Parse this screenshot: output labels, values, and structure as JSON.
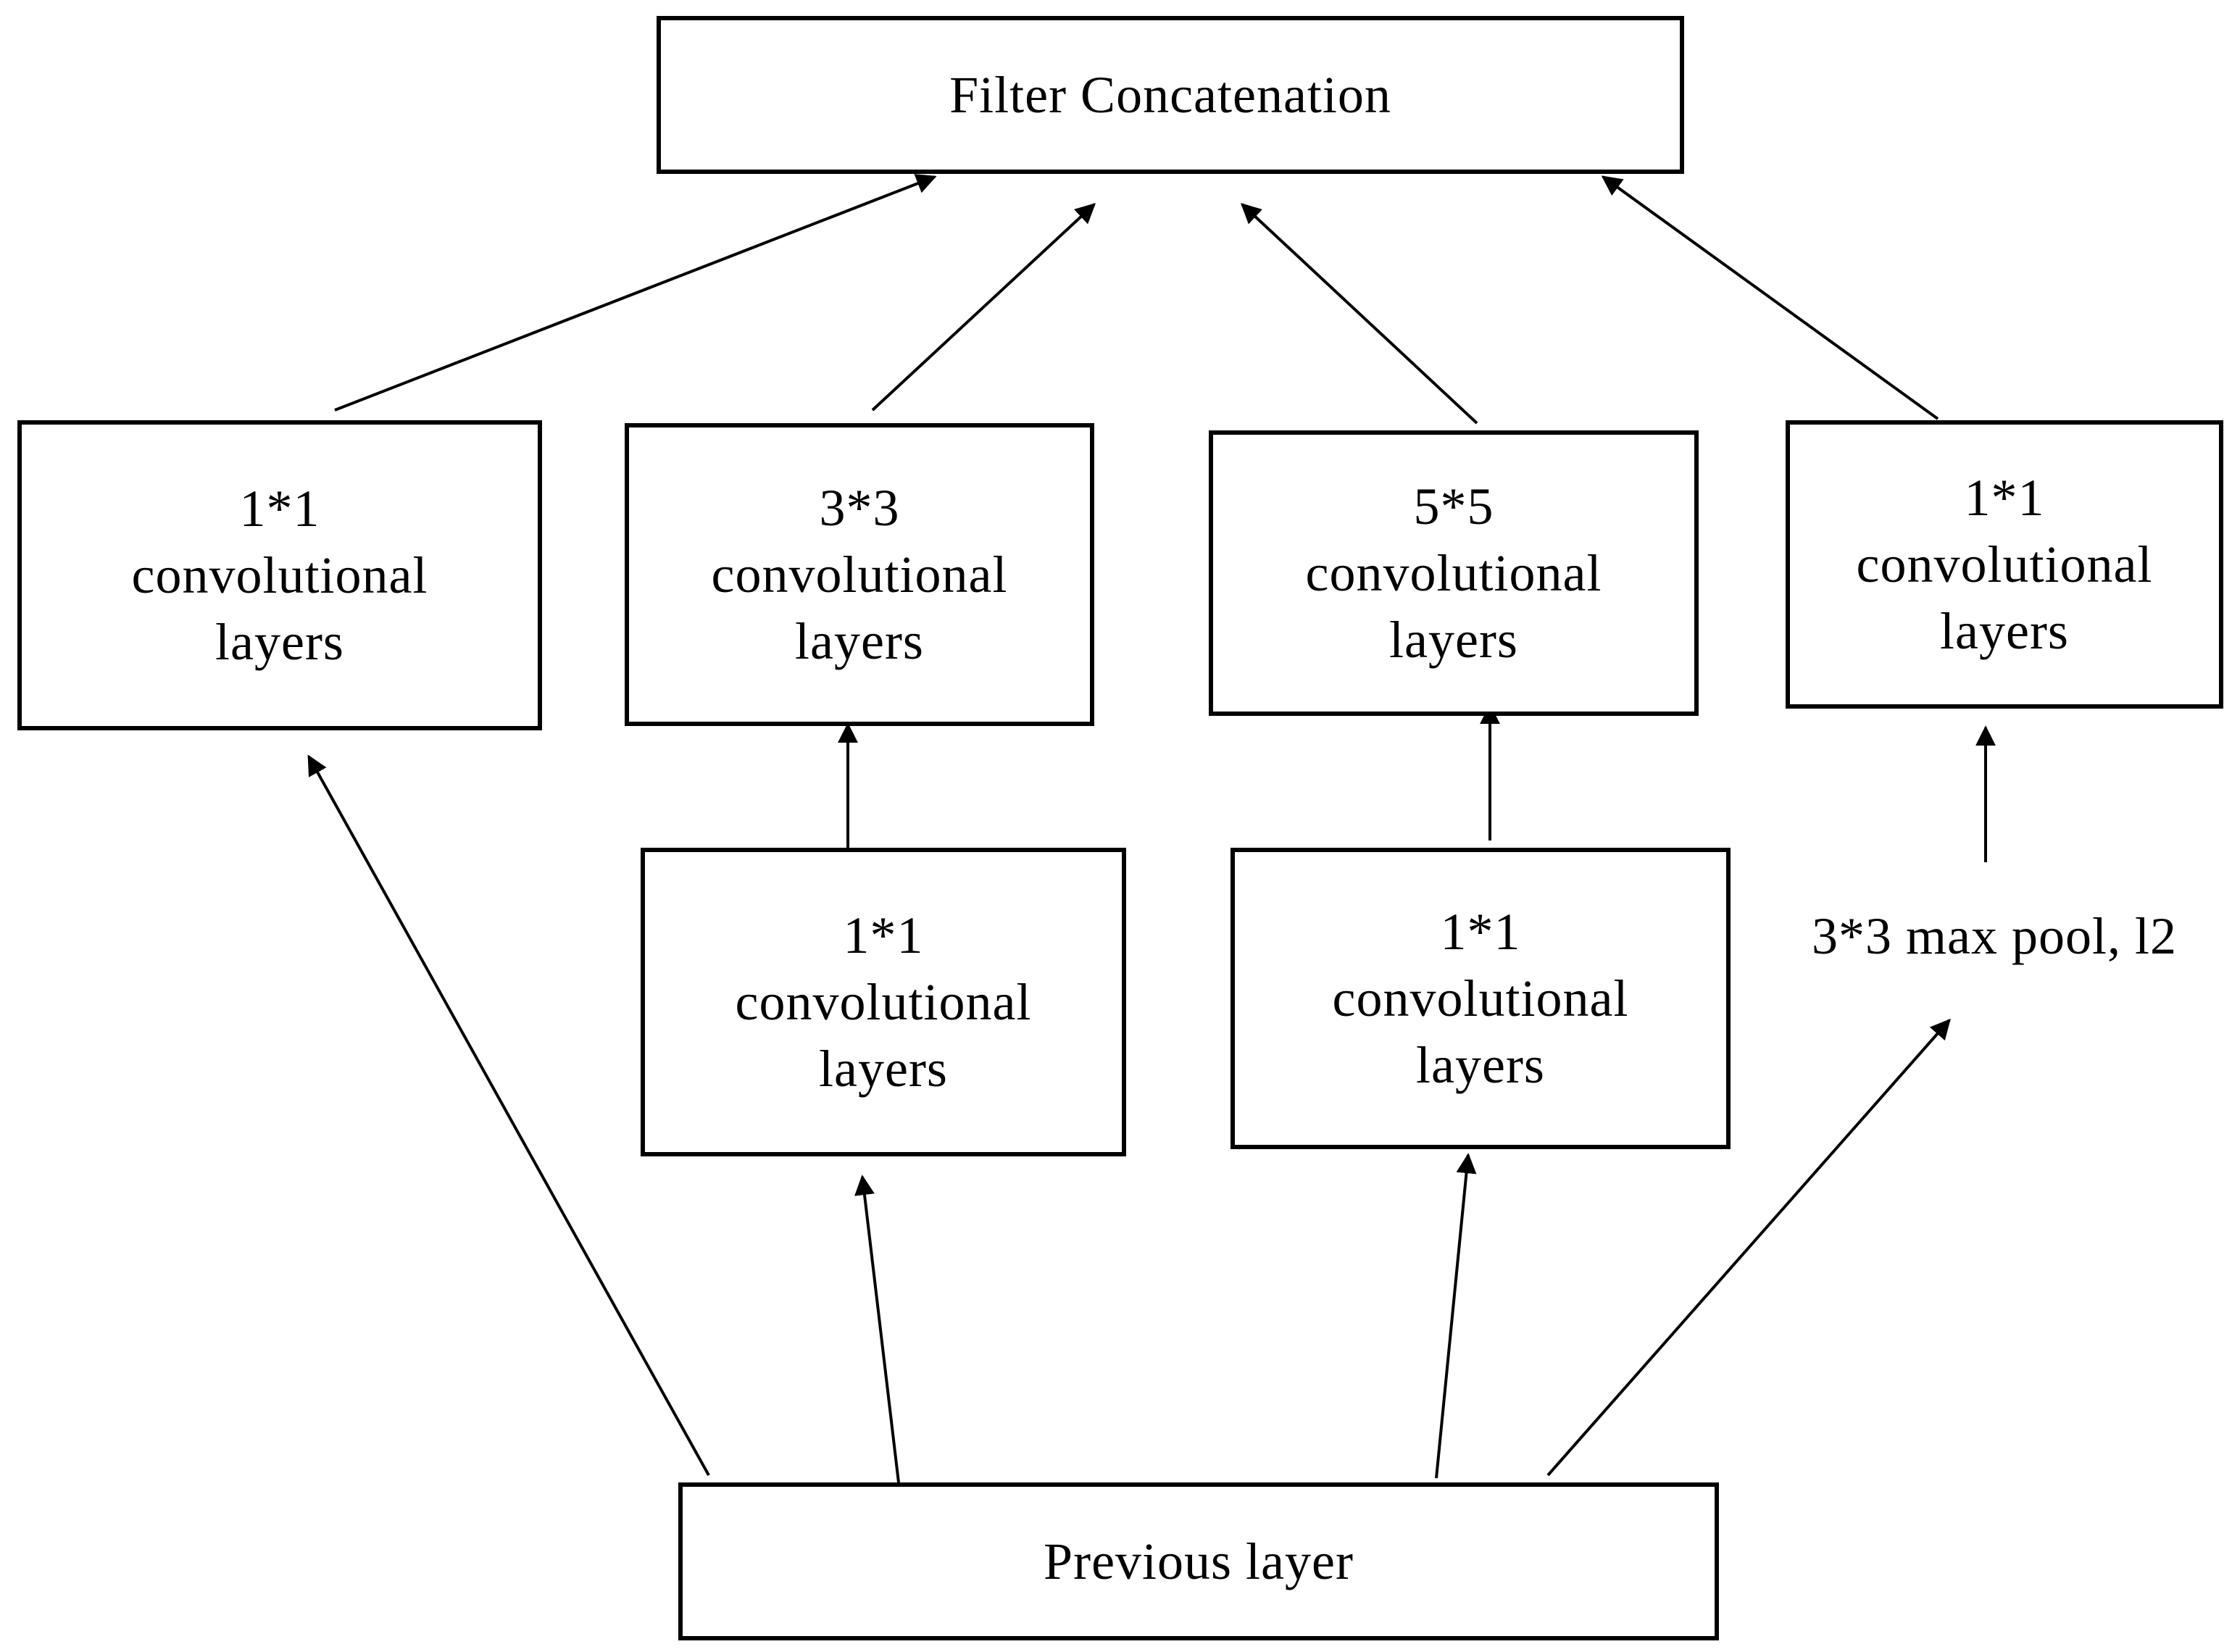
{
  "diagram": {
    "top": {
      "label": "Filter Concatenation"
    },
    "bottom": {
      "label": "Previous layer"
    },
    "upper_row": [
      {
        "line1": "1*1",
        "line2": "convolutional",
        "line3": "layers"
      },
      {
        "line1": "3*3",
        "line2": "convolutional",
        "line3": "layers"
      },
      {
        "line1": "5*5",
        "line2": "convolutional",
        "line3": "layers"
      },
      {
        "line1": "1*1",
        "line2": "convolutional",
        "line3": "layers"
      }
    ],
    "lower_row": [
      {
        "line1": "1*1",
        "line2": "convolutional",
        "line3": "layers"
      },
      {
        "line1": "1*1",
        "line2": "convolutional",
        "line3": "layers"
      }
    ],
    "pool_label": "3*3 max pool, l2",
    "colors": {
      "stroke": "#000000",
      "background": "#ffffff"
    }
  }
}
